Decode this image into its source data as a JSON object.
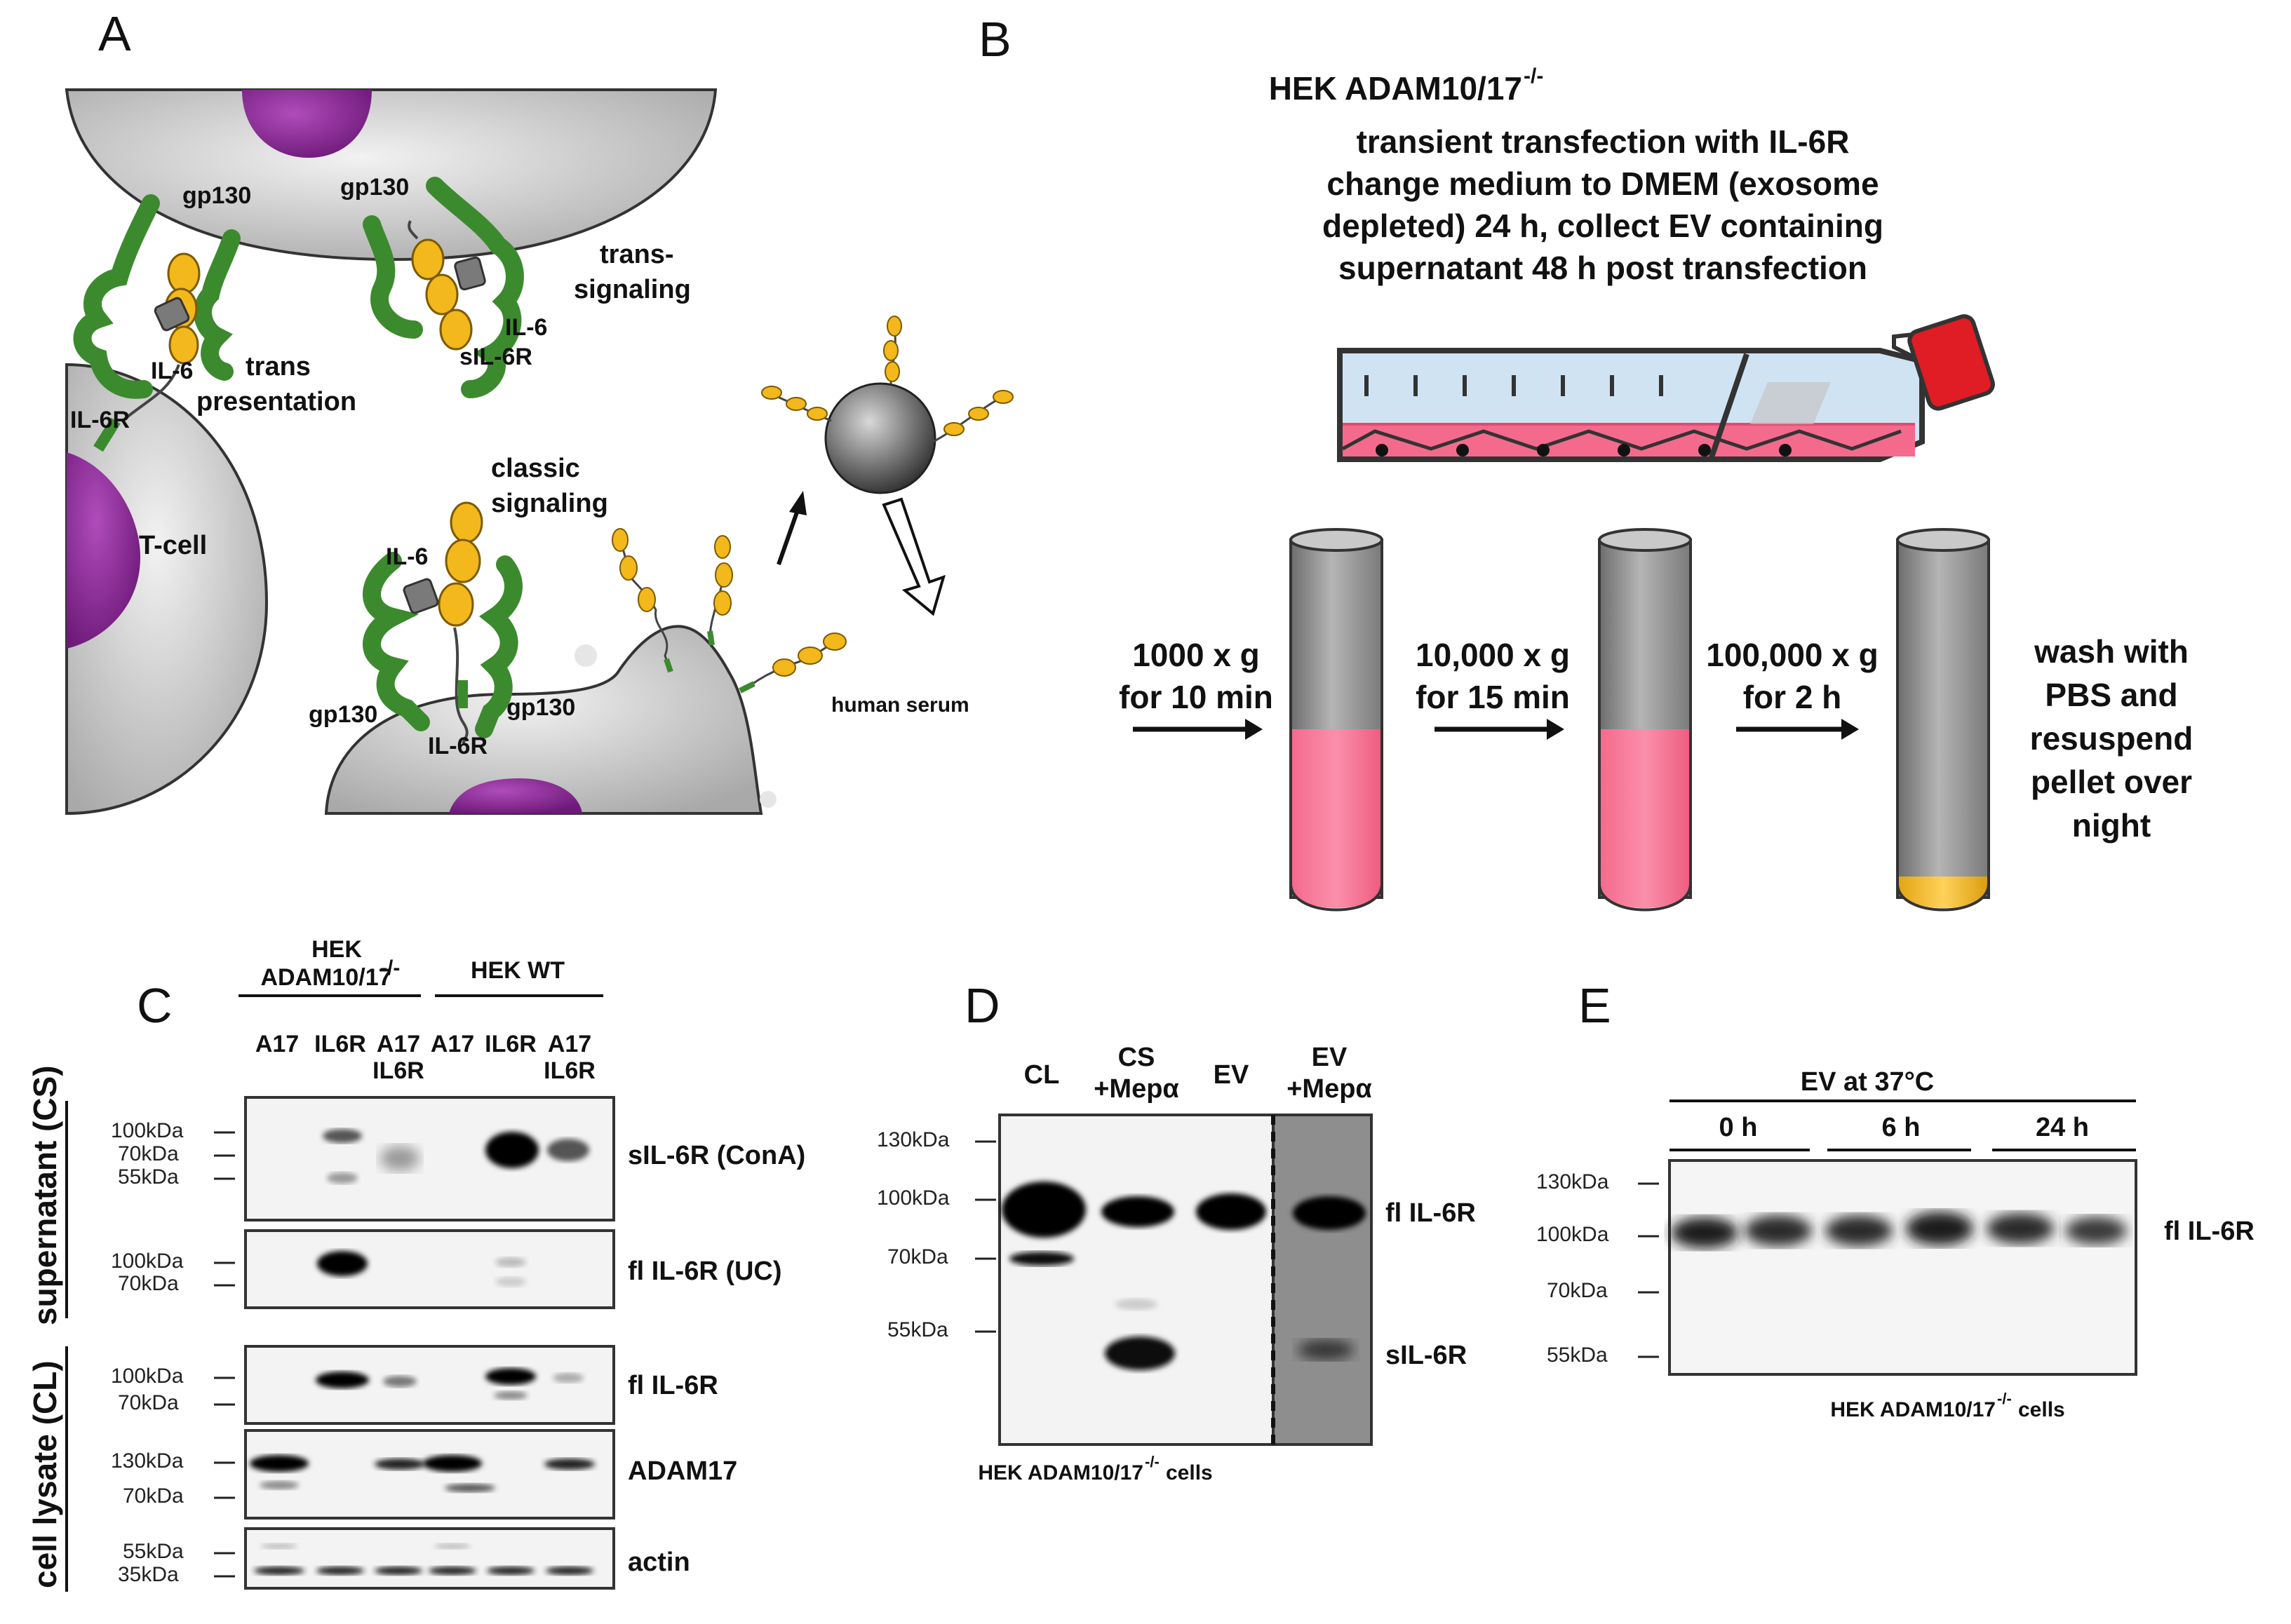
{
  "panels": {
    "a": "A",
    "b": "B",
    "c": "C",
    "d": "D",
    "e": "E"
  },
  "panel_a": {
    "gp130": "gp130",
    "il6": "IL-6",
    "il6r": "IL-6R",
    "sil6r": "sIL-6R",
    "trans_line1": "trans",
    "trans_line2": "presentation",
    "transsig_line1": "trans-",
    "transsig_line2": "signaling",
    "classic_line1": "classic",
    "classic_line2": "signaling",
    "tcell": "T-cell",
    "human_serum": "human serum"
  },
  "panel_b": {
    "title_main": "HEK ADAM10/17",
    "title_sup": "-/-",
    "protocol": [
      "transient transfection with IL-6R",
      "change medium to DMEM (exosome",
      "depleted) 24 h, collect EV containing",
      "supernatant 48 h post transfection"
    ],
    "step1": [
      "1000 x g",
      "for 10 min"
    ],
    "step2": [
      "10,000 x g",
      "for 15 min"
    ],
    "step3": [
      "100,000 x g",
      "for 2 h"
    ],
    "final": [
      "wash with",
      "PBS and",
      "resuspend",
      "pellet over",
      "night"
    ]
  },
  "panel_c": {
    "group1_line1": "HEK",
    "group1_line2": "ADAM10/17",
    "group1_sup": "-/-",
    "group2": "HEK WT",
    "lanes_top": [
      "A17",
      "IL6R",
      "A17",
      "A17",
      "IL6R",
      "A17"
    ],
    "lanes_bottom": [
      "IL6R",
      "IL6R"
    ],
    "side_cs": "supernatant (CS)",
    "side_cl": "cell lysate (CL)",
    "blots": [
      {
        "label": "sIL-6R (ConA)",
        "markers": [
          "100kDa",
          "70kDa",
          "55kDa"
        ]
      },
      {
        "label": "fl IL-6R (UC)",
        "markers": [
          "100kDa",
          "70kDa"
        ]
      },
      {
        "label": "fl IL-6R",
        "markers": [
          "100kDa",
          "70kDa"
        ]
      },
      {
        "label": "ADAM17",
        "markers": [
          "130kDa",
          "70kDa"
        ]
      },
      {
        "label": "actin",
        "markers": [
          "55kDa",
          "35kDa"
        ]
      }
    ]
  },
  "panel_d": {
    "lanes": [
      "CL",
      "CS",
      "+Mepα",
      "EV",
      "EV",
      "+Mepα"
    ],
    "markers": [
      "130kDa",
      "100kDa",
      "70kDa",
      "55kDa"
    ],
    "band_fl": "fl IL-6R",
    "band_s": "sIL-6R",
    "footer": "HEK ADAM10/17",
    "footer_sup": "-/-",
    "footer_tail": " cells"
  },
  "panel_e": {
    "title": "EV at 37°C",
    "times": [
      "0 h",
      "6 h",
      "24 h"
    ],
    "markers": [
      "130kDa",
      "100kDa",
      "70kDa",
      "55kDa"
    ],
    "band": "fl IL-6R",
    "footer": "HEK ADAM10/17",
    "footer_sup": "-/-",
    "footer_tail": " cells"
  },
  "colors": {
    "cell_gray": "#c8c8c8",
    "nucleus_purple": "#8e2a98",
    "receptor_green": "#3c8a2e",
    "il6r_yellow": "#f2b81c",
    "tube_gray": "#9a9a9a",
    "medium_pink": "#f06b8a",
    "cap_red": "#e01c24",
    "flask_blue": "#cfe3f3",
    "pellet": "#f0b829"
  }
}
